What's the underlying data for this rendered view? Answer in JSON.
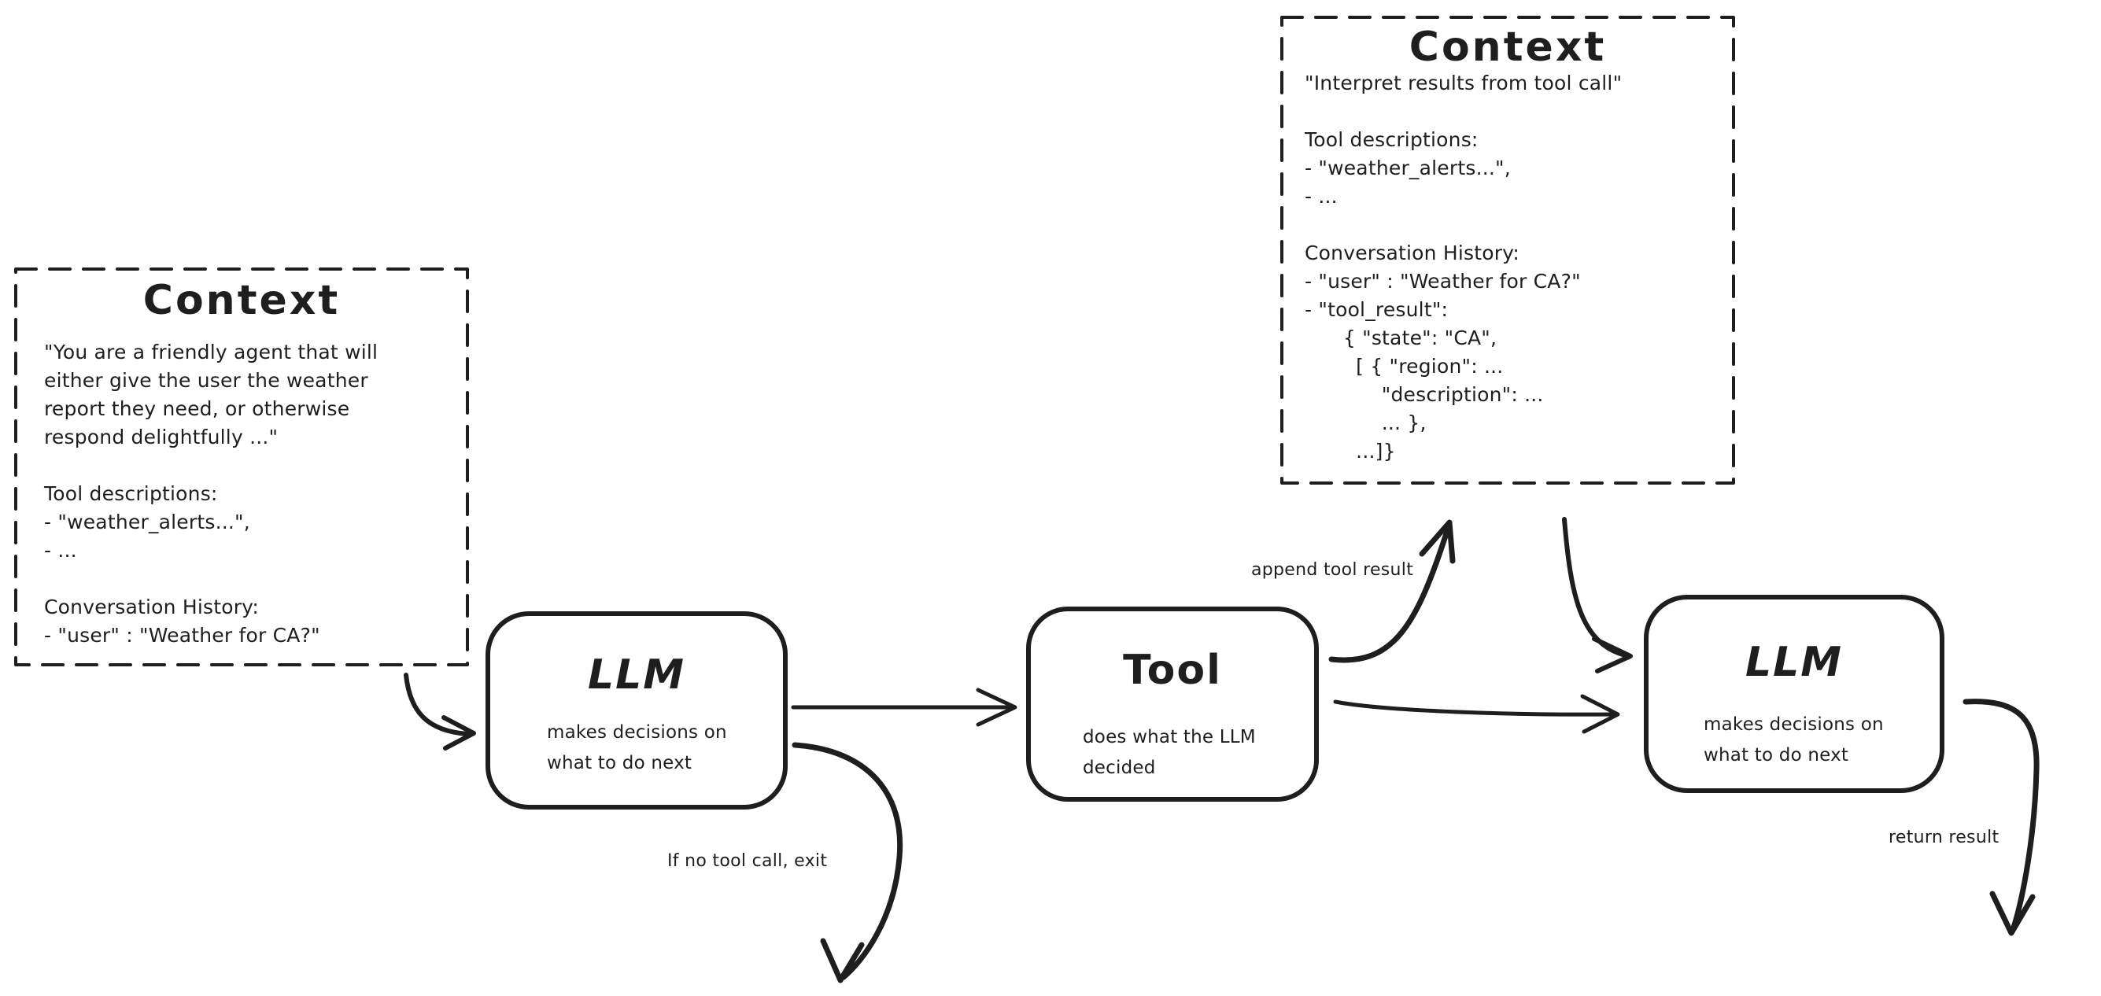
{
  "canvas": {
    "background": "#ffffff",
    "ink_color": "#1e1e1e"
  },
  "context_left": {
    "title": "Context",
    "lines": [
      "\"You are a friendly agent that will",
      "either give the user the weather",
      "report they need, or otherwise",
      "respond delightfully ...\"",
      "",
      "Tool descriptions:",
      "- \"weather_alerts...\",",
      "- ...",
      "",
      "Conversation History:",
      "- \"user\" : \"Weather for CA?\""
    ]
  },
  "context_top_right": {
    "title": "Context",
    "lines": [
      "\"Interpret results from tool call\"",
      "",
      "Tool descriptions:",
      "- \"weather_alerts...\",",
      "- ...",
      "",
      "Conversation History:",
      "- \"user\" : \"Weather for CA?\"",
      "- \"tool_result\":",
      "      { \"state\": \"CA\",",
      "        [ { \"region\": ...",
      "            \"description\": ...",
      "            ... },",
      "        ...]}"
    ]
  },
  "nodes": {
    "llm_first": {
      "title": "LLM",
      "subtitle": "makes decisions on\nwhat to do next"
    },
    "tool": {
      "title": "Tool",
      "subtitle": "does what the LLM\ndecided"
    },
    "llm_second": {
      "title": "LLM",
      "subtitle": "makes decisions on\nwhat to do next"
    }
  },
  "edge_labels": {
    "append_tool_result": "append tool result",
    "if_no_tool_call_exit": "If no tool call, exit",
    "return_result": "return result"
  }
}
